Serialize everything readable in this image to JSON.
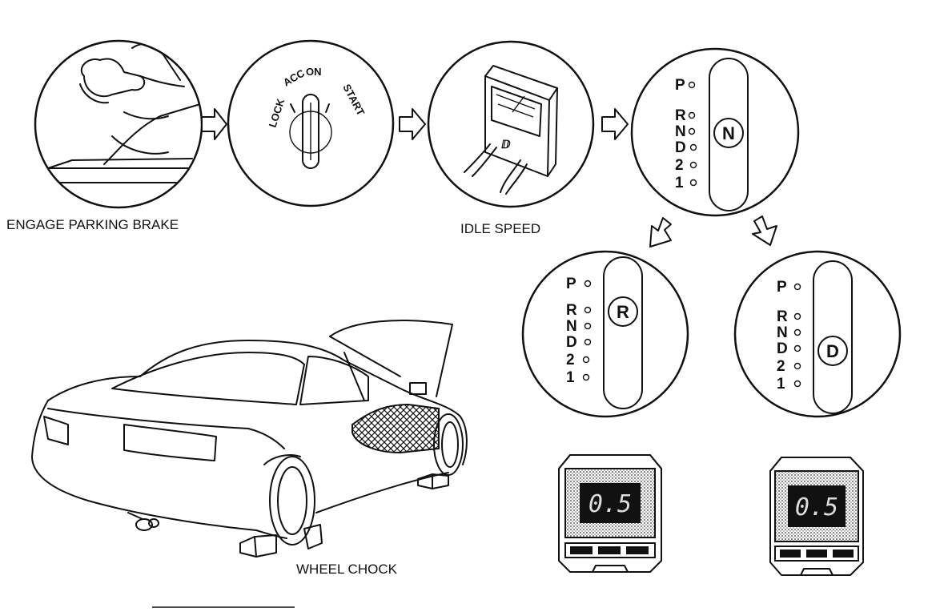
{
  "labels": {
    "parking_brake": "ENGAGE PARKING BRAKE",
    "idle_speed": "IDLE SPEED",
    "wheel_chock": "WHEEL CHOCK"
  },
  "ignition": {
    "lock": "LOCK",
    "acc": "ACC",
    "on": "ON",
    "start": "START"
  },
  "gear_positions": [
    "P",
    "R",
    "N",
    "D",
    "2",
    "1"
  ],
  "selected": {
    "neutral": "N",
    "reverse": "R",
    "drive": "D"
  },
  "tester": {
    "reading_left": "0.5",
    "reading_right": "0.5"
  }
}
